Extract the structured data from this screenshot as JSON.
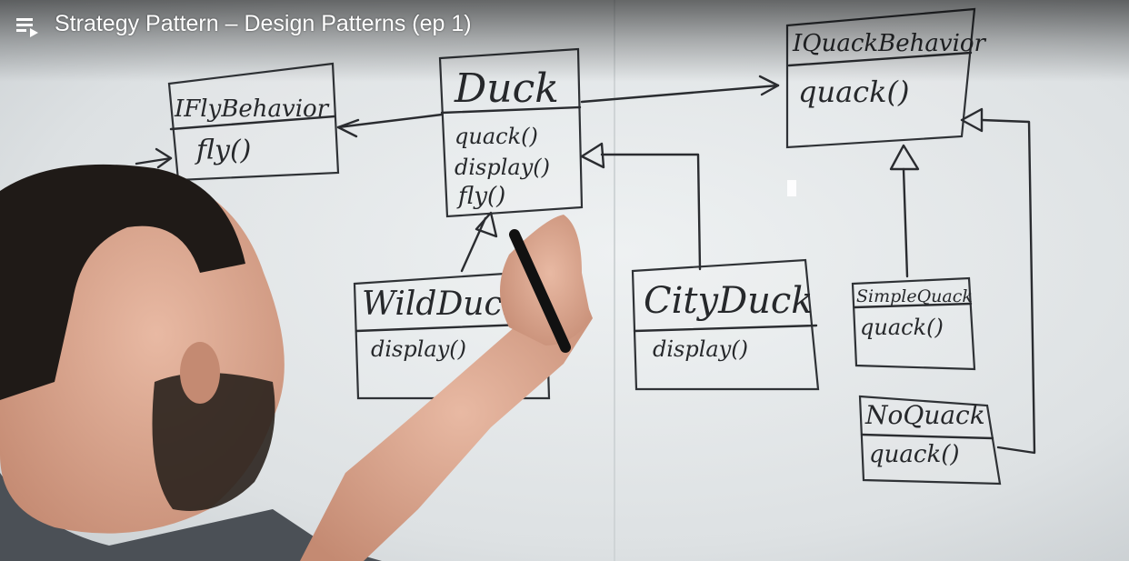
{
  "player": {
    "title": "Strategy Pattern – Design Patterns (ep 1)",
    "playlist_icon": "playlist-icon"
  },
  "whiteboard": {
    "boxes": {
      "ifly_behavior": {
        "name": "IFlyBehavior",
        "method": "fly()"
      },
      "duck": {
        "name": "Duck",
        "methods": [
          "quack()",
          "display()",
          "fly()"
        ]
      },
      "iquack_behavior": {
        "name": "IQuackBehavior",
        "method": "quack()"
      },
      "wild_duck": {
        "name": "WildDuck",
        "method": "display()"
      },
      "city_duck": {
        "name": "CityDuck",
        "method": "display()"
      },
      "simple_quack": {
        "name": "SimpleQuack",
        "method": "quack()"
      },
      "no_quack": {
        "name": "NoQuack",
        "method": "quack()"
      }
    }
  },
  "colors": {
    "board": "#dfe3e5",
    "ink": "#2a2c30",
    "title_text": "#ffffff",
    "skin": "#d9a48e",
    "hair": "#1f1a17",
    "shirt": "#4b5056"
  }
}
